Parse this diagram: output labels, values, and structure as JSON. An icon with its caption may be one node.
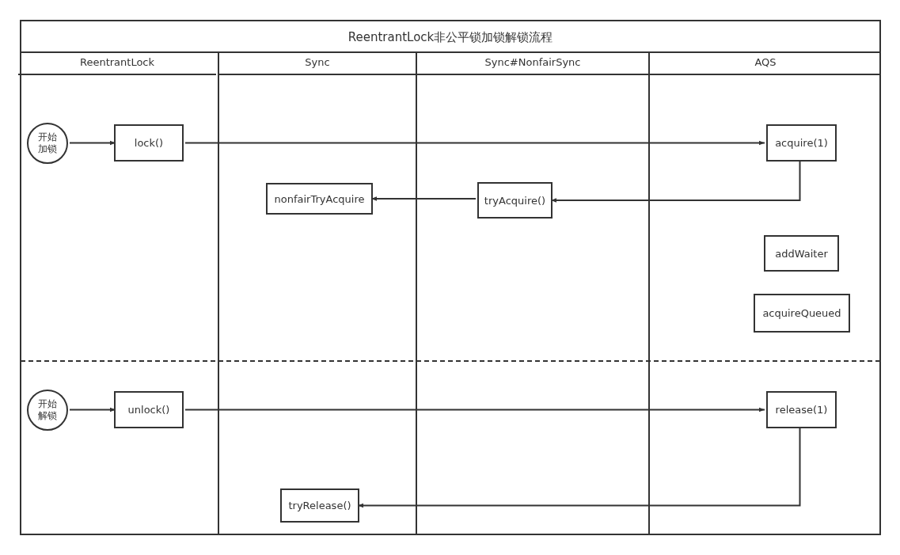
{
  "diagram": {
    "nodes": [
      {
        "text": [
          "ReentrantLock非公平锁加锁解锁流程"
        ]
      },
      {
        "text": [
          "ReentrantLock"
        ],
        "in": 0
      },
      {
        "text": [
          "Sync"
        ],
        "in": 0
      },
      {
        "text": [
          "Sync#NonfairSync"
        ],
        "in": 0
      },
      {
        "text": [
          "AQS"
        ],
        "in": 0
      },
      {
        "text": [
          "开始加锁"
        ],
        "in": 1
      },
      {
        "text": [
          "lock()"
        ],
        "in": 1
      },
      {
        "text": [
          "acquire(1)"
        ],
        "in": 4
      },
      {
        "text": [
          "nonfairTryAcquire"
        ],
        "in": 2
      },
      {
        "text": [
          "tryAcquire()"
        ],
        "in": 3
      },
      {
        "text": [
          "addWaiter"
        ],
        "in": 4
      },
      {
        "text": [
          "acquireQueued"
        ],
        "in": 4
      },
      {
        "text": [
          "开始解锁"
        ],
        "in": 1
      },
      {
        "text": [
          "unlock()"
        ],
        "in": 1
      },
      {
        "text": [
          "release(1)"
        ],
        "in": 4
      },
      {
        "text": [
          "tryRelease()"
        ],
        "in": 2
      }
    ],
    "edges": [
      {
        "from": 5,
        "to": 6,
        "arrow": "to"
      },
      {
        "from": 6,
        "to": 7,
        "arrow": "to"
      },
      {
        "from": 7,
        "to": 9,
        "arrow": "to"
      },
      {
        "from": 9,
        "to": 8,
        "arrow": "to"
      },
      {
        "from": 12,
        "to": 13,
        "arrow": "to"
      },
      {
        "from": 13,
        "to": 14,
        "arrow": "to"
      },
      {
        "from": 14,
        "to": 15,
        "arrow": "to"
      }
    ]
  }
}
